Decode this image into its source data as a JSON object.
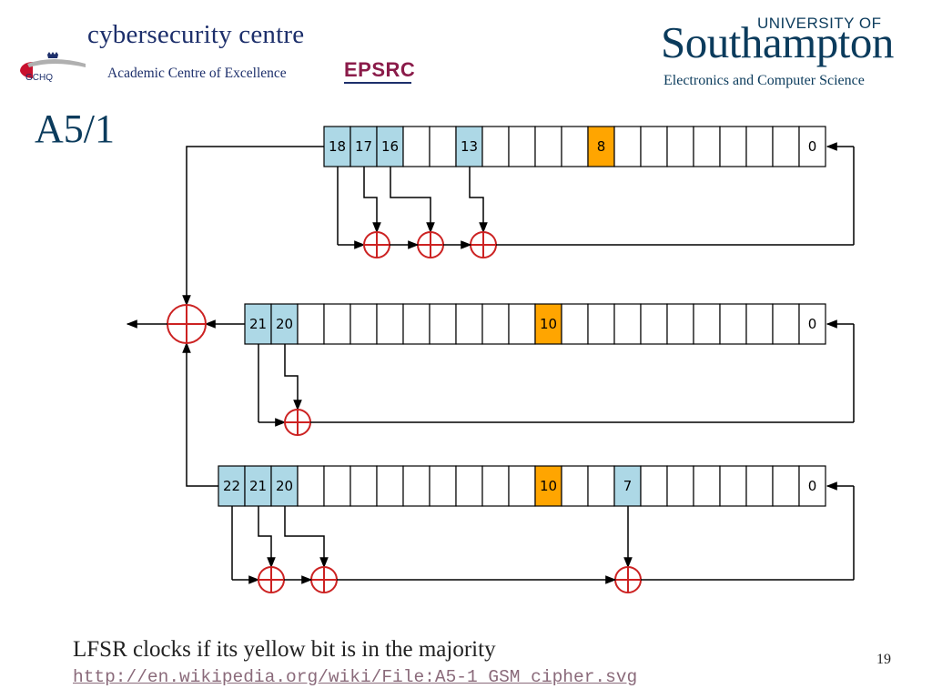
{
  "header": {
    "cybersecurity_centre": "cybersecurity centre",
    "gchq_label": "GCHQ",
    "academic_centre": "Academic Centre of Excellence",
    "epsrc": "EPSRC",
    "university_of": "UNIVERSITY OF",
    "southampton": "Southampton",
    "department": "Electronics and Computer Science"
  },
  "slide": {
    "title": "A5/1",
    "caption": "LFSR clocks if its yellow bit is in the majority",
    "link": "http://en.wikipedia.org/wiki/File:A5-1_GSM_cipher.svg",
    "page_number": "19"
  },
  "colors": {
    "tap_cell": "#add8e6",
    "clock_cell": "#ffa500",
    "xor": "#cc2222",
    "brand_navy": "#1d2f6b",
    "epsrc_maroon": "#8b1c4a"
  },
  "diagram": {
    "registers": [
      {
        "name_hint": "register-1",
        "length": 19,
        "labels": {
          "18": "18",
          "17": "17",
          "16": "16",
          "13": "13",
          "8": "8",
          "0": "0"
        },
        "taps": [
          18,
          17,
          16,
          13
        ],
        "clock_bit": 8
      },
      {
        "name_hint": "register-2",
        "length": 22,
        "labels": {
          "21": "21",
          "20": "20",
          "10": "10",
          "0": "0"
        },
        "taps": [
          21,
          20
        ],
        "clock_bit": 10
      },
      {
        "name_hint": "register-3",
        "length": 23,
        "labels": {
          "22": "22",
          "21": "21",
          "20": "20",
          "10": "10",
          "7": "7",
          "0": "0"
        },
        "taps": [
          22,
          21,
          20,
          7
        ],
        "clock_bit": 10
      }
    ]
  }
}
